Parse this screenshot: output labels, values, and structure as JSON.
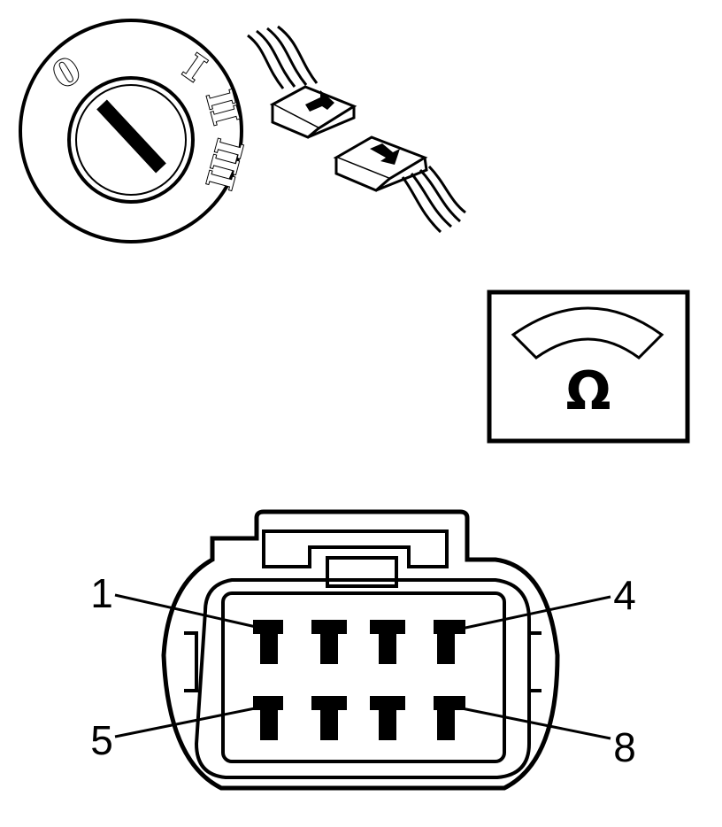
{
  "ignition_switch": {
    "positions": [
      "0",
      "I",
      "II",
      "III"
    ]
  },
  "meter": {
    "symbol": "Ω"
  },
  "connector": {
    "pin_labels": {
      "top_left": "1",
      "top_right": "4",
      "bottom_left": "5",
      "bottom_right": "8"
    },
    "pin_count": 8
  },
  "colors": {
    "ink": "#000000",
    "paper": "#ffffff"
  }
}
